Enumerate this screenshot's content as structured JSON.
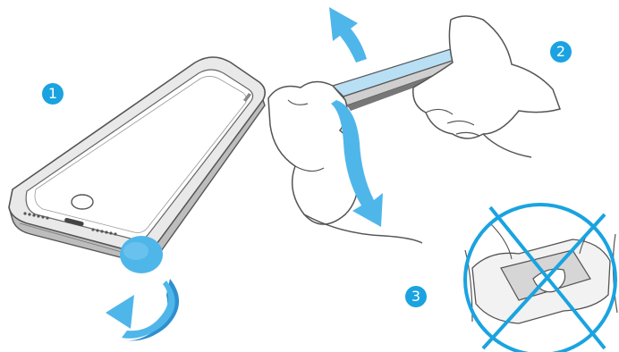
{
  "steps": [
    {
      "number": "1"
    },
    {
      "number": "2"
    },
    {
      "number": "3"
    }
  ],
  "colors": {
    "accent": "#1aa3e0",
    "arrow": "#4fb6ea",
    "arrow_dark": "#2f8fcf",
    "line": "#555555",
    "shade": "#cfcfcf",
    "prohibited": "#1aa3e0"
  },
  "icons": [
    "phone-case-illustration",
    "peel-arrow-icon",
    "rotate-arrow-icon",
    "hands-removing-film-illustration",
    "prohibited-sign-icon"
  ]
}
